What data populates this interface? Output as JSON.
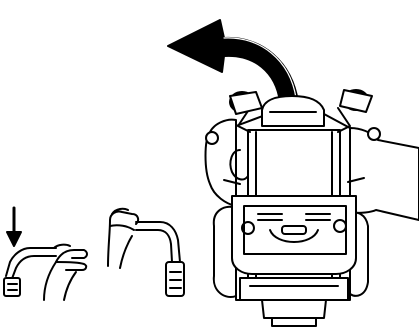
{
  "figure": {
    "colors": {
      "line": "#000000",
      "background": "#ffffff"
    },
    "parts": {
      "turn_arrow": "left-turn-arrow",
      "mower": "zero-turn-mower-rear-view",
      "down_arrow": "push-down-arrow",
      "left_lever": "lever-pushed-forward",
      "right_lever": "lever-held-neutral"
    }
  }
}
